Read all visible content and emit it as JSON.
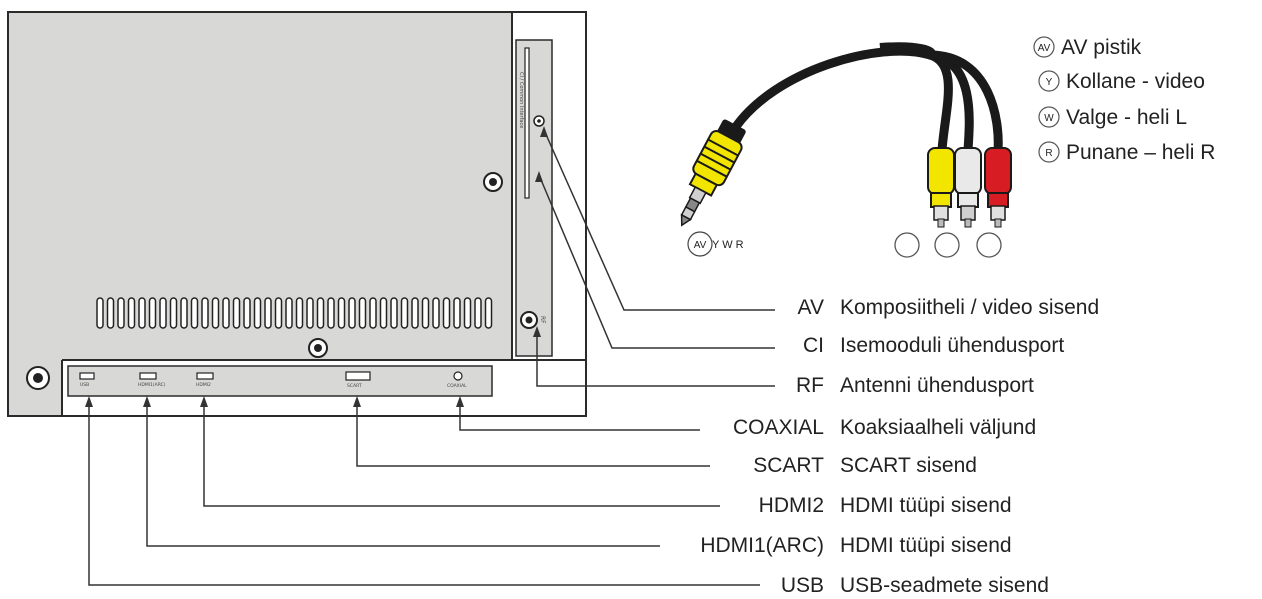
{
  "legend": [
    {
      "badge": "AV",
      "text": "AV pistik"
    },
    {
      "badge": "Y",
      "text": "Kollane - video"
    },
    {
      "badge": "W",
      "text": "Valge - heli L"
    },
    {
      "badge": "R",
      "text": "Punane – heli R"
    }
  ],
  "plug_caption": {
    "badge": "AV",
    "letters": "Y W R"
  },
  "ports": [
    {
      "code": "AV",
      "desc": "Komposiitheli / video sisend"
    },
    {
      "code": "CI",
      "desc": "Isemooduli ühendusport"
    },
    {
      "code": "RF",
      "desc": "Antenni ühendusport"
    },
    {
      "code": "COAXIAL",
      "desc": "Koaksiaalheli väljund"
    },
    {
      "code": "SCART",
      "desc": "SCART sisend"
    },
    {
      "code": "HDMI2",
      "desc": "HDMI tüüpi sisend"
    },
    {
      "code": "HDMI1(ARC)",
      "desc": "HDMI tüüpi sisend"
    },
    {
      "code": "USB",
      "desc": "USB-seadmete sisend"
    }
  ],
  "panel_labels": {
    "usb": "USB",
    "hdmi1": "HDMI1(ARC)",
    "hdmi2": "HDMI2",
    "scart": "SCART",
    "coaxial": "COAXIAL",
    "rf": "RF",
    "side_slot": "CI / Common Interface"
  },
  "colors": {
    "panel": "#d8d8d6",
    "panel_stroke": "#2a2a2a",
    "yellow": "#f2e500",
    "red": "#d81c24",
    "white_plug": "#e9e9e9",
    "cable": "#1a1a1a",
    "leader": "#333333"
  }
}
